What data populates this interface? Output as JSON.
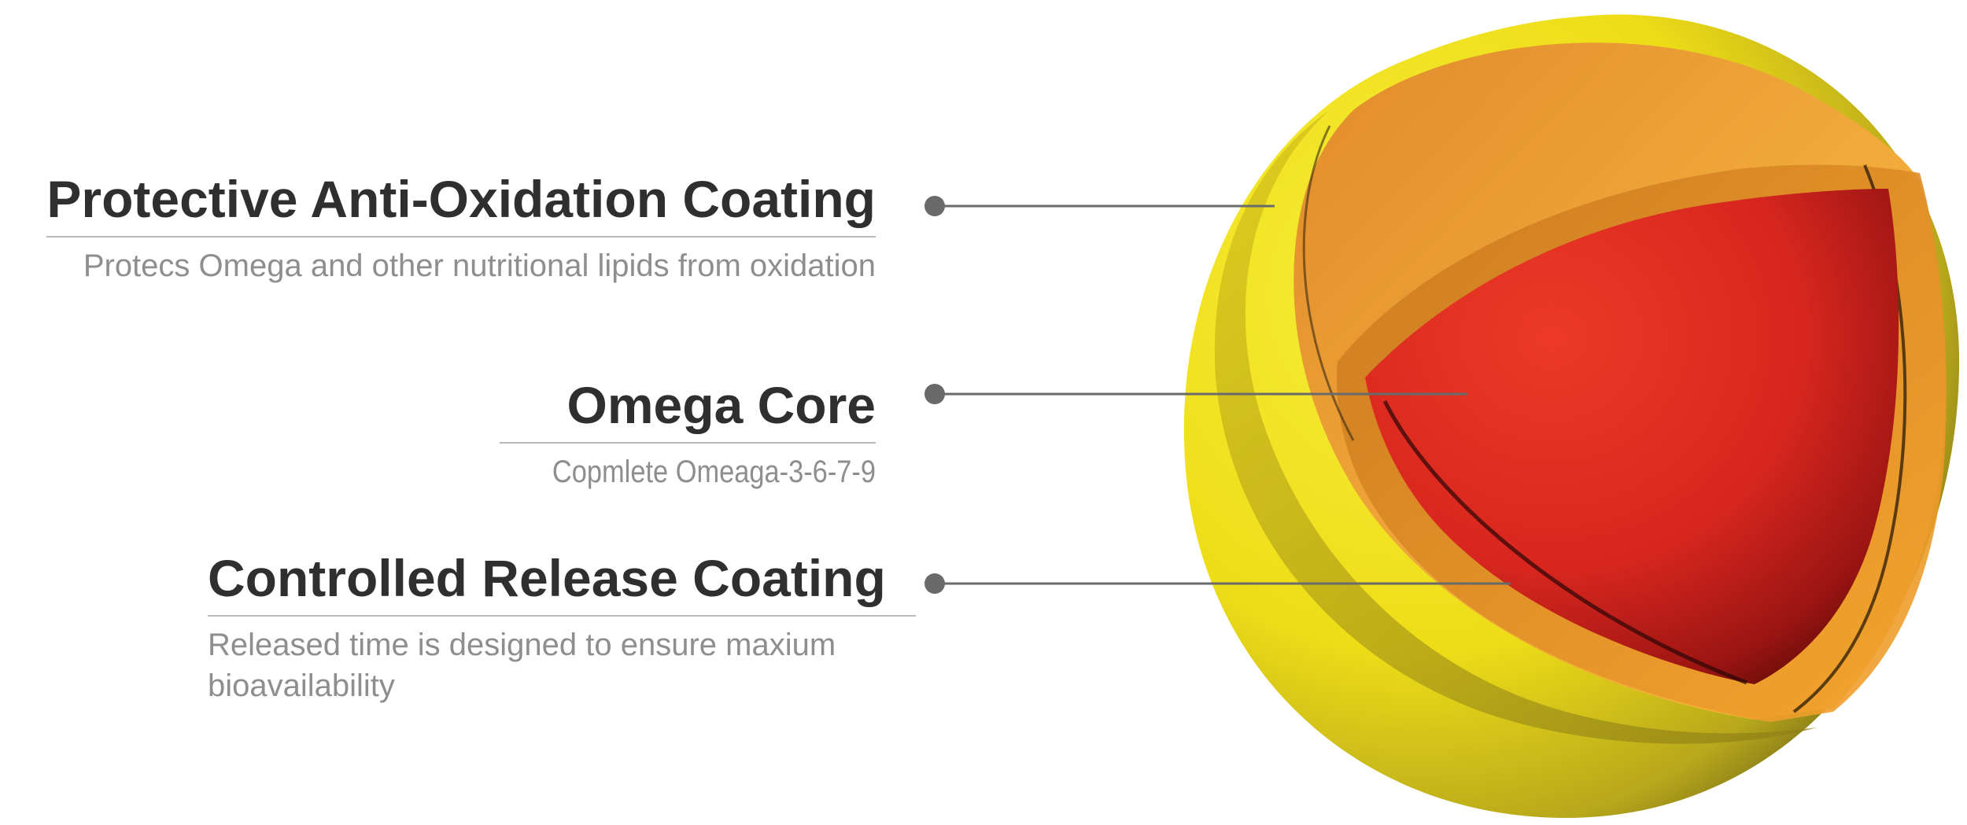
{
  "layers": [
    {
      "title": "Protective Anti-Oxidation Coating",
      "description": "Protecs Omega and other nutritional lipids from oxidation"
    },
    {
      "title": "Omega Core",
      "description": "Copmlete Omeaga-3-6-7-9"
    },
    {
      "title": "Controlled Release Coating",
      "description": "Released time is designed to ensure maxium bioavailability"
    }
  ],
  "colors": {
    "outer_coating": "#f2e21a",
    "anti_oxidation_coating": "#eea43a",
    "core": "#e32a22",
    "leader_line": "#6a6a6a",
    "title_text": "#2f2f2f",
    "description_text": "#8e8e8e"
  }
}
